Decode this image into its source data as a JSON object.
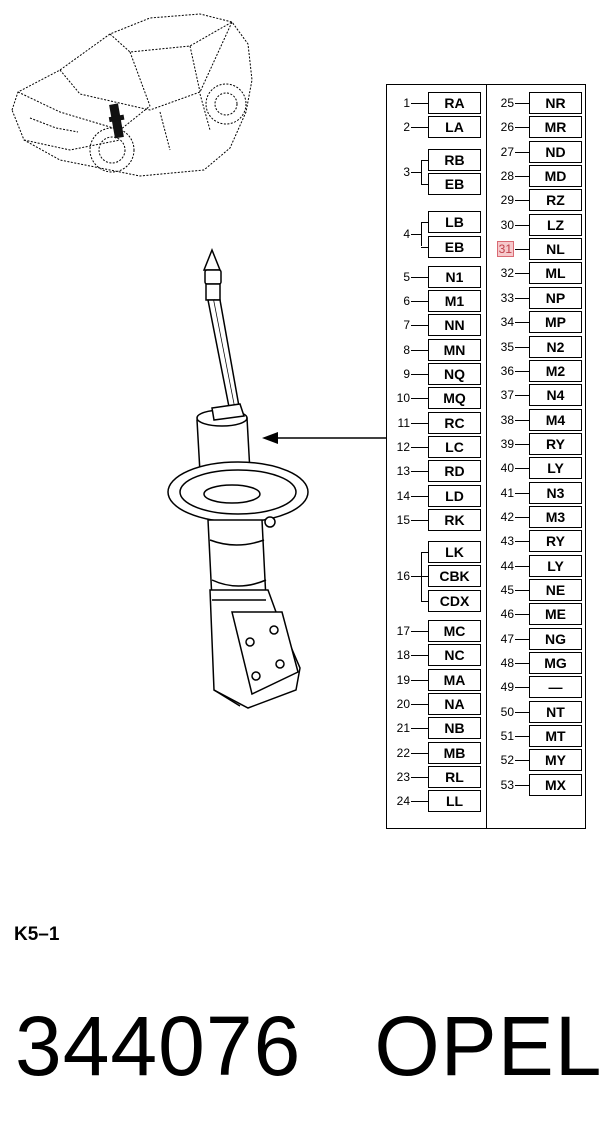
{
  "left_column": [
    {
      "num": "1",
      "codes": [
        "RA"
      ]
    },
    {
      "num": "2",
      "codes": [
        "LA"
      ]
    },
    {
      "num": "3",
      "codes": [
        "RB",
        "EB"
      ]
    },
    {
      "num": "4",
      "codes": [
        "LB",
        "EB"
      ]
    },
    {
      "num": "5",
      "codes": [
        "N1"
      ]
    },
    {
      "num": "6",
      "codes": [
        "M1"
      ]
    },
    {
      "num": "7",
      "codes": [
        "NN"
      ]
    },
    {
      "num": "8",
      "codes": [
        "MN"
      ]
    },
    {
      "num": "9",
      "codes": [
        "NQ"
      ]
    },
    {
      "num": "10",
      "codes": [
        "MQ"
      ]
    },
    {
      "num": "11",
      "codes": [
        "RC"
      ]
    },
    {
      "num": "12",
      "codes": [
        "LC"
      ]
    },
    {
      "num": "13",
      "codes": [
        "RD"
      ]
    },
    {
      "num": "14",
      "codes": [
        "LD"
      ]
    },
    {
      "num": "15",
      "codes": [
        "RK"
      ]
    },
    {
      "num": "16",
      "codes": [
        "LK",
        "CBK",
        "CDX"
      ]
    },
    {
      "num": "17",
      "codes": [
        "MC"
      ]
    },
    {
      "num": "18",
      "codes": [
        "NC"
      ]
    },
    {
      "num": "19",
      "codes": [
        "MA"
      ]
    },
    {
      "num": "20",
      "codes": [
        "NA"
      ]
    },
    {
      "num": "21",
      "codes": [
        "NB"
      ]
    },
    {
      "num": "22",
      "codes": [
        "MB"
      ]
    },
    {
      "num": "23",
      "codes": [
        "RL"
      ]
    },
    {
      "num": "24",
      "codes": [
        "LL"
      ]
    }
  ],
  "right_column": [
    {
      "num": "25",
      "code": "NR"
    },
    {
      "num": "26",
      "code": "MR"
    },
    {
      "num": "27",
      "code": "ND"
    },
    {
      "num": "28",
      "code": "MD"
    },
    {
      "num": "29",
      "code": "RZ"
    },
    {
      "num": "30",
      "code": "LZ"
    },
    {
      "num": "31",
      "code": "NL",
      "highlighted": true
    },
    {
      "num": "32",
      "code": "ML"
    },
    {
      "num": "33",
      "code": "NP"
    },
    {
      "num": "34",
      "code": "MP"
    },
    {
      "num": "35",
      "code": "N2"
    },
    {
      "num": "36",
      "code": "M2"
    },
    {
      "num": "37",
      "code": "N4"
    },
    {
      "num": "38",
      "code": "M4"
    },
    {
      "num": "39",
      "code": "RY"
    },
    {
      "num": "40",
      "code": "LY"
    },
    {
      "num": "41",
      "code": "N3"
    },
    {
      "num": "42",
      "code": "M3"
    },
    {
      "num": "43",
      "code": "RY"
    },
    {
      "num": "44",
      "code": "LY"
    },
    {
      "num": "45",
      "code": "NE"
    },
    {
      "num": "46",
      "code": "ME"
    },
    {
      "num": "47",
      "code": "NG"
    },
    {
      "num": "48",
      "code": "MG"
    },
    {
      "num": "49",
      "code": "—"
    },
    {
      "num": "50",
      "code": "NT"
    },
    {
      "num": "51",
      "code": "MT"
    },
    {
      "num": "52",
      "code": "MY"
    },
    {
      "num": "53",
      "code": "MX"
    }
  ],
  "colors": {
    "highlight_fill": "#f6c9cc",
    "highlight_border": "#d96a73",
    "line": "#000000"
  },
  "reference_code": "K5–1",
  "footer": {
    "part_number": "344076",
    "brand": "OPEL"
  }
}
